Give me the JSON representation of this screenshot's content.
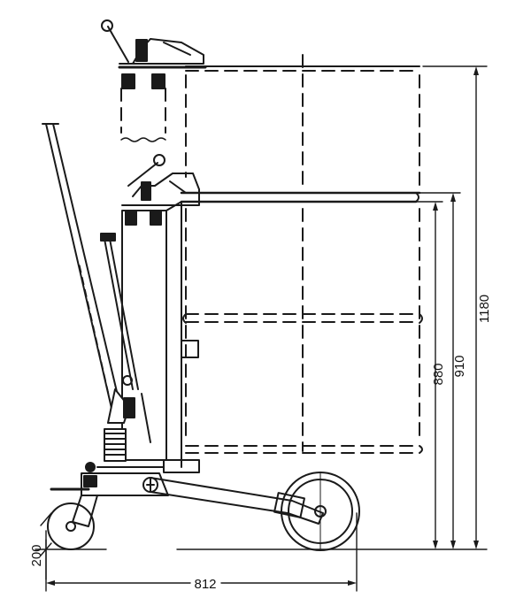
{
  "dimensions": {
    "height_max": "1180",
    "height_mid": "910",
    "height_low": "880",
    "wheel_clearance": "200",
    "base_length": "812"
  },
  "colors": {
    "ink": "#1a1a1a",
    "background": "#ffffff",
    "hatch": "#555555"
  }
}
